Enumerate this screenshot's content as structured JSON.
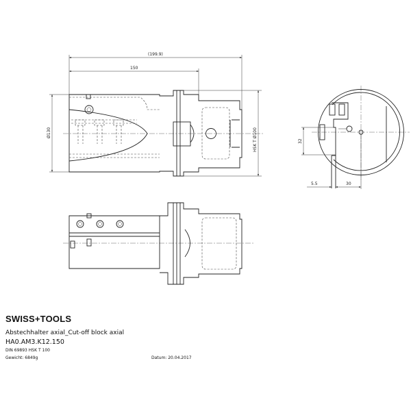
{
  "drawing": {
    "dimensions": {
      "overall_length": "(199.9)",
      "body_length": "150",
      "body_diameter": "Ø130",
      "shank": "HSK T Ø100",
      "height_offset": "32",
      "offset_a": "5.5",
      "offset_b": "30"
    }
  },
  "title_block": {
    "logo": "SWISS+TOOLS",
    "description": "Abstechhalter axial_Cut-off block axial",
    "part_number": "HA0.AM3.K12.150",
    "standard": "DIN 69893 HSK T 100",
    "weight": "Gewicht: 6849g",
    "date": "Datum: 20.04.2017"
  }
}
